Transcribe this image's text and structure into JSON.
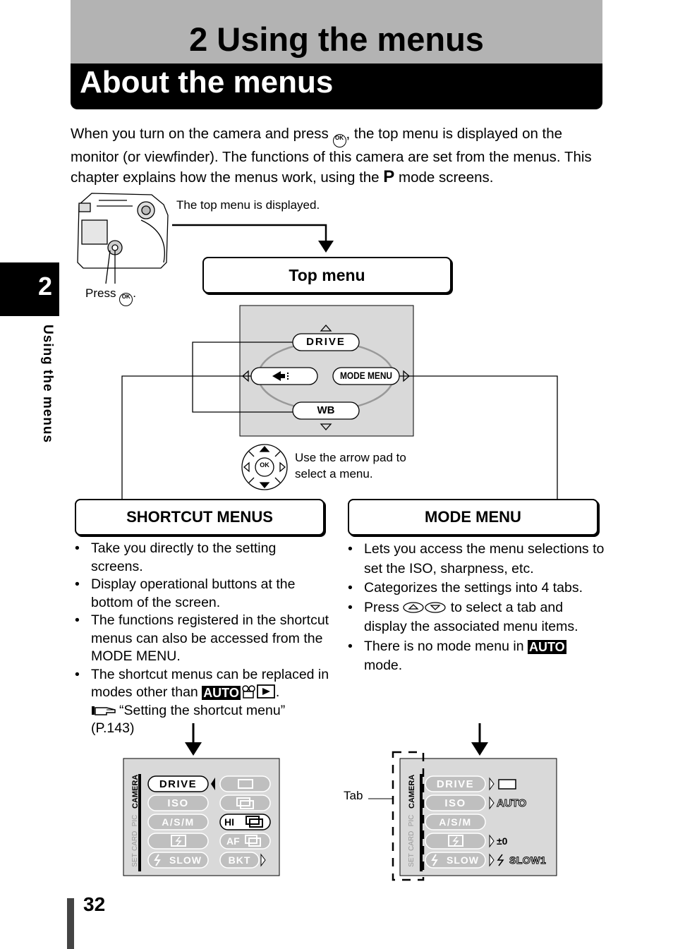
{
  "header": {
    "chapter_title": "2 Using the menus",
    "section_title": "About the menus"
  },
  "side": {
    "chapter_number": "2",
    "chapter_label": "Using the menus"
  },
  "intro": {
    "p1": "When you turn on the camera and press",
    "p2": ", the top menu is displayed on the monitor (or viewfinder). The functions of this camera are set from the menus. This chapter explains how the menus work, using the",
    "mode_letter": "P",
    "p3": "mode screens."
  },
  "diagram": {
    "camera_caption": "The top menu is displayed.",
    "press_label": "Press",
    "press_period": ".",
    "ok_label": "OK",
    "top_menu_label": "Top menu",
    "lcd_items": {
      "drive": "DRIVE",
      "mode_menu": "MODE MENU",
      "wb": "WB"
    },
    "arrow_pad_caption_1": "Use the arrow pad to",
    "arrow_pad_caption_2": "select a menu."
  },
  "shortcut": {
    "title": "SHORTCUT MENUS",
    "bullets": [
      "Take you directly to the setting screens.",
      "Display operational buttons at the bottom of the screen.",
      "The functions registered in the shortcut menus can also be accessed from the MODE MENU."
    ],
    "b4_text": "The shortcut menus can be replaced in modes other than",
    "b4_badge": "AUTO",
    "b4_period": ".",
    "b4_ref": "“Setting the shortcut menu”",
    "b4_page": "(P.143)"
  },
  "mode": {
    "title": "MODE MENU",
    "bullets": [
      "Lets you access the menu selections to set the ISO, sharpness, etc.",
      "Categorizes the settings into 4 tabs."
    ],
    "b3_pre": "Press",
    "b3_post": "to select a tab and display the associated menu items.",
    "b4_pre": "There is no mode menu in",
    "b4_badge": "AUTO",
    "b4_post": "mode."
  },
  "screen_left": {
    "tabs": [
      "CAMERA",
      "PIC",
      "CARD",
      "SET"
    ],
    "rows": [
      "DRIVE",
      "ISO",
      "A/S/M",
      "",
      "SLOW"
    ],
    "options": [
      "",
      "",
      "HI",
      "AF",
      "BKT"
    ]
  },
  "screen_right": {
    "tab_label": "Tab",
    "tabs": [
      "CAMERA",
      "PIC",
      "CARD",
      "SET"
    ],
    "rows": [
      "DRIVE",
      "ISO",
      "A/S/M",
      "",
      "SLOW"
    ],
    "values": [
      "",
      "AUTO",
      "",
      "±0",
      "SLOW1"
    ]
  },
  "footer": {
    "page_number": "32"
  },
  "colors": {
    "header_grey": "#b3b3b3",
    "lcd_grey": "#d9d9d9",
    "black": "#000000"
  }
}
